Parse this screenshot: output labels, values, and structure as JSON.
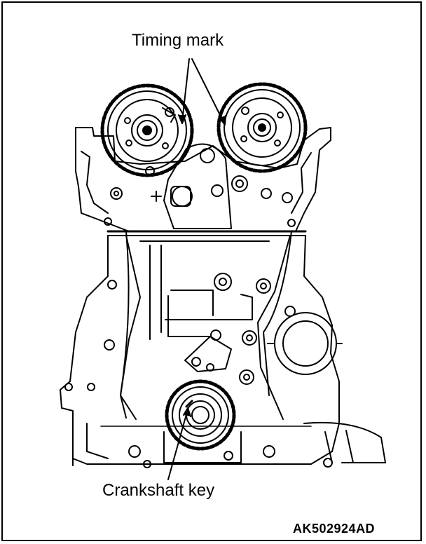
{
  "labels": {
    "timing_mark": "Timing mark",
    "crankshaft_key": "Crankshaft key",
    "figure_code": "AK502924AD"
  }
}
